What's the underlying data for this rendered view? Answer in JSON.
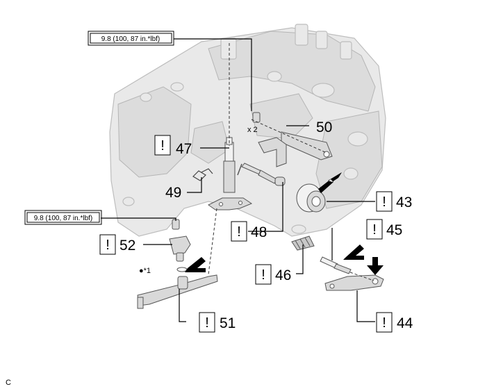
{
  "torque_specs": {
    "top": "9.8 (100, 87 in.*lbf)",
    "left": "9.8 (100, 87 in.*lbf)"
  },
  "quantity_note": "x 2",
  "note_mark": "●*1",
  "caution_symbol": "!",
  "part_numbers": {
    "p43": "43",
    "p44": "44",
    "p45": "45",
    "p46": "46",
    "p47": "47",
    "p48": "48",
    "p49": "49",
    "p50": "50",
    "p51": "51",
    "p52": "52"
  },
  "corner_code": "C"
}
